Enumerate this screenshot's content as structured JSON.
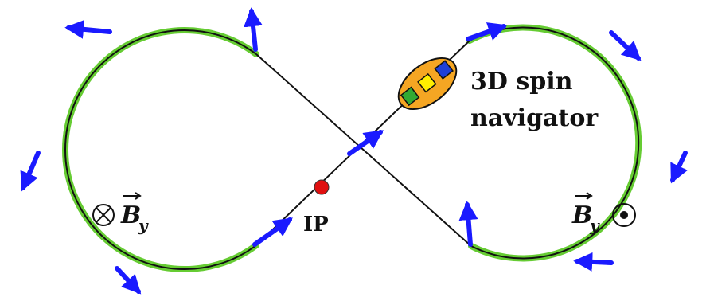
{
  "labels": {
    "navigator_line1": "3D spin",
    "navigator_line2": "navigator",
    "interaction_point": "IP",
    "field_left": "B",
    "field_left_subscript": "y",
    "field_right": "B",
    "field_right_subscript": "y"
  },
  "symbols": {
    "field_into_page": "circle-cross-icon",
    "field_out_of_page": "circle-dot-icon"
  },
  "colors": {
    "arc_highlight": "#66cc33",
    "orbit_line": "#111111",
    "spin_arrow": "#1a1aff",
    "navigator_body": "#f5a623",
    "rotator_green": "#33aa33",
    "rotator_yellow": "#ffee00",
    "rotator_blue": "#1f3fd6",
    "ip_marker": "#e01010"
  }
}
